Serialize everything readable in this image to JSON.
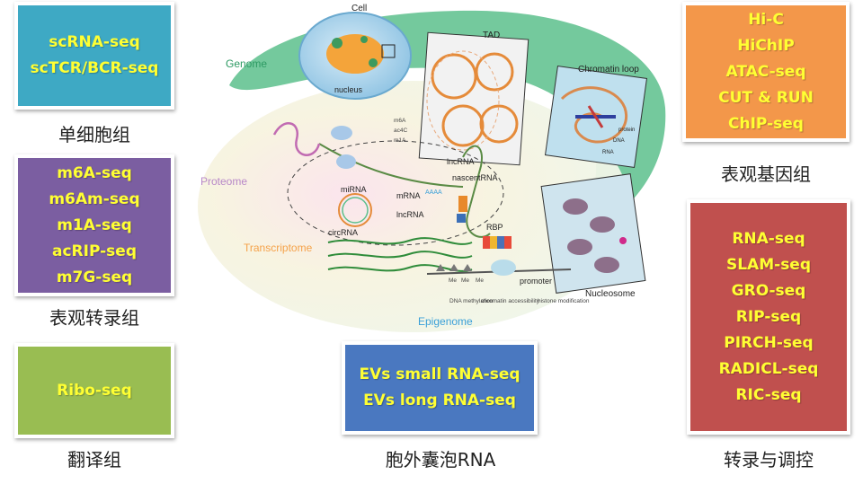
{
  "cards": {
    "single_cell": {
      "items": [
        "scRNA-seq",
        "scTCR/BCR-seq"
      ],
      "caption": "单细胞组"
    },
    "epitranscriptome": {
      "items": [
        "m6A-seq",
        "m6Am-seq",
        "m1A-seq",
        "acRIP-seq",
        "m7G-seq"
      ],
      "caption": "表观转录组"
    },
    "translatome": {
      "items": [
        "Ribo-seq"
      ],
      "caption": "翻译组"
    },
    "ev_rna": {
      "items": [
        "EVs small RNA-seq",
        "EVs long RNA-seq"
      ],
      "caption": "胞外囊泡RNA"
    },
    "epigenome": {
      "items": [
        "Hi-C",
        "HiChIP",
        "ATAC-seq",
        "CUT & RUN",
        "ChIP-seq"
      ],
      "caption": "表观基因组"
    },
    "transcription": {
      "items": [
        "RNA-seq",
        "SLAM-seq",
        "GRO-seq",
        "RIP-seq",
        "PIRCH-seq",
        "RADICL-seq",
        "RIC-seq"
      ],
      "caption": "转录与调控"
    }
  },
  "diagram": {
    "labels": {
      "cell": "Cell",
      "nucleus": "nucleus",
      "genome": "Genome",
      "tad": "TAD",
      "chromatin_loop": "Chromatin loop",
      "protein": "protein",
      "dna": "DNA",
      "rna": "RNA",
      "proteome": "Proteome",
      "transcriptome": "Transcriptome",
      "epigenome": "Epigenome",
      "nucleosome": "Nucleosome",
      "lncrna_1": "lncRNA",
      "lncrna_2": "lncRNA",
      "nascentrna": "nascentRNA",
      "mirna": "miRNA",
      "mrna": "mRNA",
      "circrna": "circRNA",
      "rbp": "RBP",
      "promoter": "promoter",
      "dna_methylation": "DNA methylation",
      "chromatin_accessibility": "chromatin accessibility",
      "histone_modification": "histone modification",
      "m6a": "m6A",
      "ac4c": "ac4C",
      "m1a": "m1A",
      "poly_a": "AAAA",
      "me_1": "Me",
      "me_2": "Me",
      "me_3": "Me"
    },
    "colors": {
      "genome_band": "#5cbf8c",
      "cell_body": "#f3f6e4",
      "proteome": "#b888c8",
      "transcriptome": "#f5a24a",
      "epigenome": "#3aa0d8"
    }
  }
}
